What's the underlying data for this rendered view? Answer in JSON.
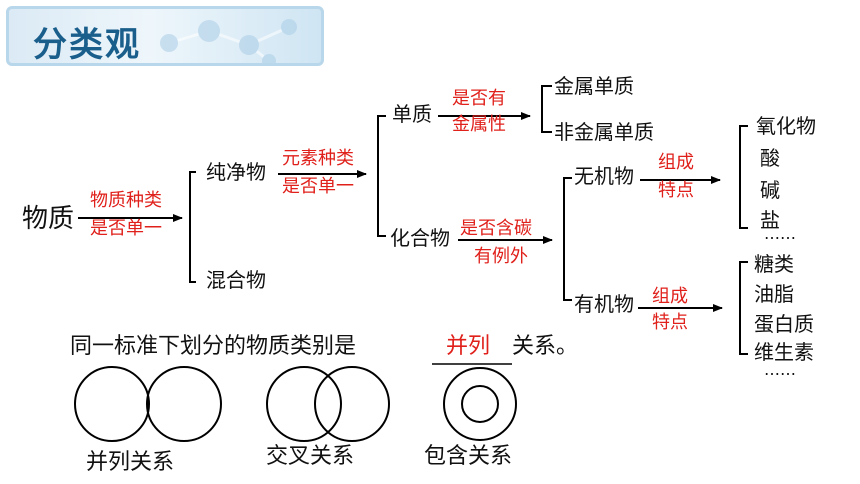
{
  "header": {
    "title": "分类观"
  },
  "tree": {
    "root": "物质",
    "root_criteria": [
      "物质种类",
      "是否单一"
    ],
    "pure": "纯净物",
    "mixture": "混合物",
    "pure_criteria": [
      "元素种类",
      "是否单一"
    ],
    "element": "单质",
    "compound": "化合物",
    "element_criteria": [
      "是否有",
      "金属性"
    ],
    "metal": "金属单质",
    "nonmetal": "非金属单质",
    "compound_criteria": [
      "是否含碳",
      "有例外"
    ],
    "inorganic": "无机物",
    "organic": "有机物",
    "inorganic_criteria": [
      "组成",
      "特点"
    ],
    "organic_criteria": [
      "组成",
      "特点"
    ],
    "inorganic_items": [
      "氧化物",
      "酸",
      "碱",
      "盐",
      "……"
    ],
    "organic_items": [
      "糖类",
      "油脂",
      "蛋白质",
      "维生素",
      "……"
    ]
  },
  "note": {
    "prefix": "同一标准下划分的物质类别是",
    "answer": "并列",
    "suffix": "关系。"
  },
  "relations": [
    "并列关系",
    "交叉关系",
    "包含关系"
  ],
  "colors": {
    "criteria": "#e0201b",
    "title": "#1a5f8c",
    "lines": "#000000"
  }
}
